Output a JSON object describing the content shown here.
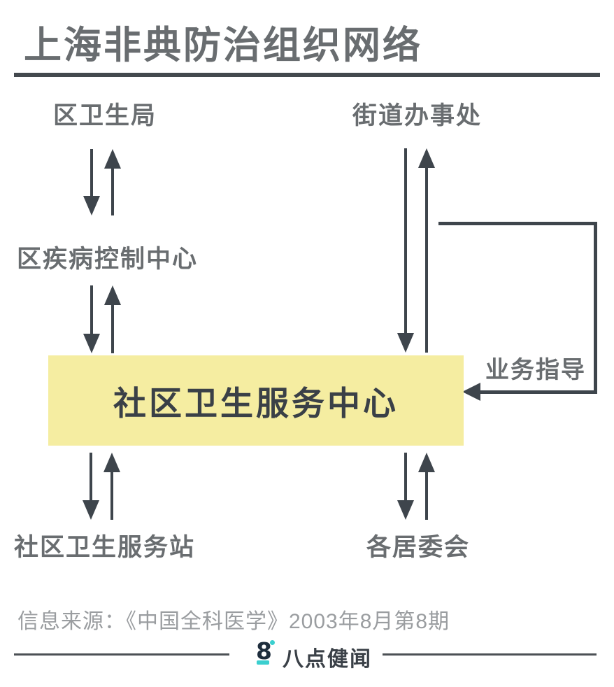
{
  "title": "上海非典防治组织网络",
  "diagram": {
    "nodes": {
      "district_health_bureau": {
        "label": "区卫生局"
      },
      "street_office": {
        "label": "街道办事处"
      },
      "district_cdc": {
        "label": "区疾病控制中心"
      },
      "community_health_center": {
        "label": "社区卫生服务中心"
      },
      "community_health_station": {
        "label": "社区卫生服务站"
      },
      "neighborhood_committees": {
        "label": "各居委会"
      }
    },
    "edges": [
      {
        "from": "district_health_bureau",
        "to": "district_cdc",
        "style": "bidirectional"
      },
      {
        "from": "district_cdc",
        "to": "community_health_center",
        "style": "bidirectional"
      },
      {
        "from": "street_office",
        "to": "community_health_center",
        "style": "bidirectional"
      },
      {
        "from": "street_office",
        "to": "community_health_center",
        "style": "one-way-elbow",
        "label": "业务指导"
      },
      {
        "from": "community_health_center",
        "to": "community_health_station",
        "style": "bidirectional"
      },
      {
        "from": "community_health_center",
        "to": "neighborhood_committees",
        "style": "bidirectional"
      }
    ]
  },
  "source_note": "信息来源：《中国全科医学》2003年8月第8期",
  "footer": {
    "logo_glyph": "8",
    "brand_name": "八点健闻"
  },
  "colors": {
    "highlight_box": "#f5eda1",
    "arrow": "#3e454c",
    "label_text": "#696d70",
    "box_text": "#3a4047",
    "source_text": "#9a9da0",
    "brand_teal": "#3bcfcf",
    "brand_navy": "#1e2d3c"
  }
}
